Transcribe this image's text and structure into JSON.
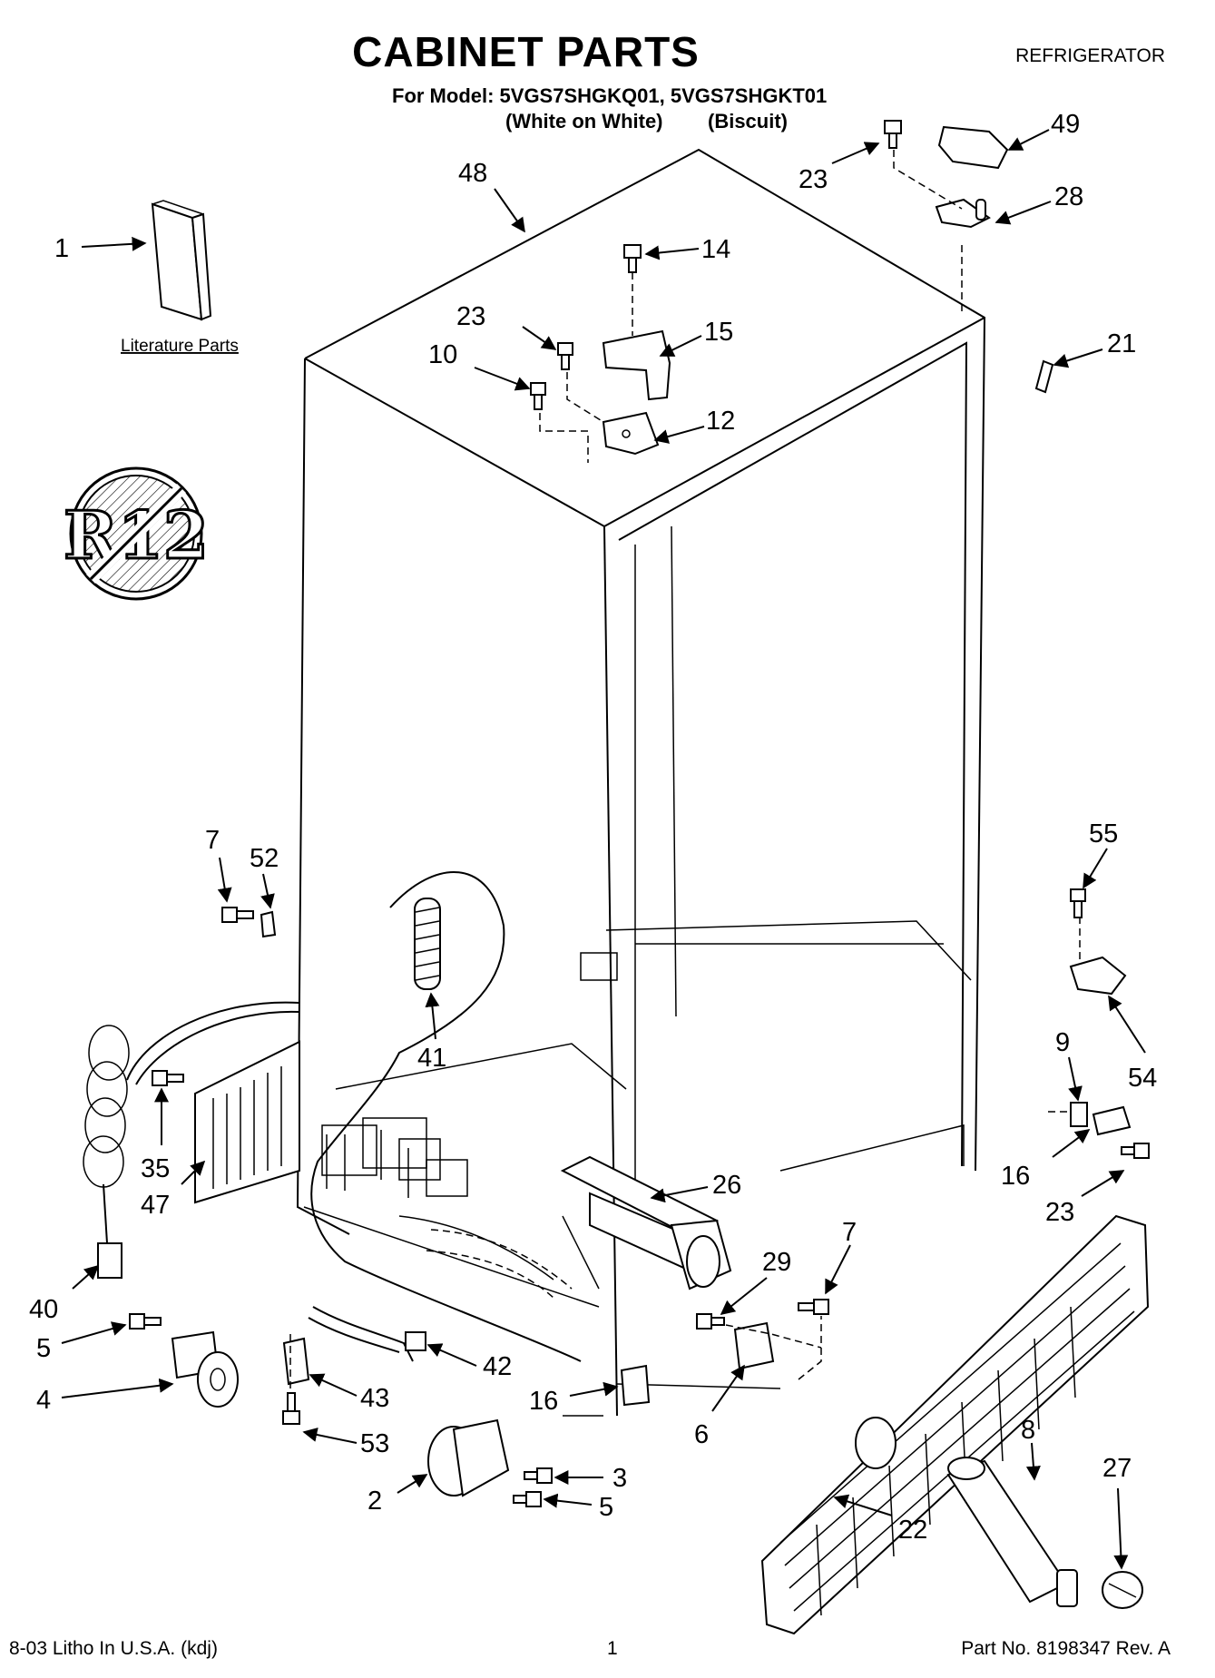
{
  "header": {
    "title": "CABINET PARTS",
    "category": "REFRIGERATOR",
    "model_line": "For Model: 5VGS7SHGKQ01, 5VGS7SHGKT01",
    "variant_1": "(White on White)",
    "variant_2": "(Biscuit)"
  },
  "literature_label": "Literature Parts",
  "emblem_text": "R12",
  "callouts": [
    "1",
    "48",
    "23",
    "49",
    "28",
    "14",
    "23",
    "15",
    "21",
    "10",
    "12",
    "7",
    "52",
    "55",
    "41",
    "54",
    "9",
    "35",
    "47",
    "16",
    "26",
    "23",
    "40",
    "7",
    "29",
    "5",
    "42",
    "4",
    "43",
    "16",
    "6",
    "8",
    "27",
    "53",
    "3",
    "2",
    "5",
    "22"
  ],
  "footer": {
    "left": "8-03 Litho In U.S.A. (kdj)",
    "center": "1",
    "right": "Part No. 8198347 Rev. A"
  }
}
